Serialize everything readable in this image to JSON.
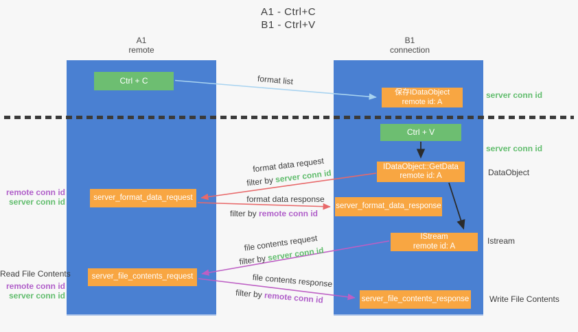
{
  "title": {
    "line1": "A1 - Ctrl+C",
    "line2": "B1 - Ctrl+V"
  },
  "lanes": {
    "left": {
      "name": "A1",
      "role": "remote"
    },
    "right": {
      "name": "B1",
      "role": "connection"
    }
  },
  "nodes": {
    "ctrl_c": {
      "label": "Ctrl + C"
    },
    "ctrl_v": {
      "label": "Ctrl + V"
    },
    "save_idataobject": {
      "line1": "保存IDataObject",
      "line2": "remote id: A"
    },
    "getdata": {
      "line1": "IDataObject::GetData",
      "line2": "remote id: A"
    },
    "istream": {
      "line1": "IStream",
      "line2": "remote id: A"
    },
    "server_format_data_request": {
      "label": "server_format_data_request"
    },
    "server_format_data_response": {
      "label": "server_format_data_response"
    },
    "server_file_contents_request": {
      "label": "server_file_contents_request"
    },
    "server_file_contents_response": {
      "label": "server_file_contents_response"
    }
  },
  "flow_labels": {
    "format_list": "format list",
    "format_data_request": "format data request",
    "format_data_response": "format data response",
    "file_contents_request": "file contents request",
    "file_contents_response": "file contents response",
    "filter_by": "filter by ",
    "server_conn_id": "server conn id",
    "remote_conn_id": "remote conn id"
  },
  "side_labels": {
    "right_server_conn_id_top": "server conn id",
    "right_server_conn_id_mid": "server conn id",
    "dataobject": "DataObject",
    "istream": "Istream",
    "write_file_contents": "Write File Contents",
    "read_file_contents": "Read File Contents",
    "left_remote_conn_id_top": "remote conn id",
    "left_server_conn_id_top": "server conn id",
    "left_remote_conn_id_bottom": "remote conn id",
    "left_server_conn_id_bottom": "server conn id"
  },
  "colors": {
    "background": "#f7f7f7",
    "column_blue": "#4a80d2",
    "box_green": "#6dbe71",
    "box_orange": "#f8a642",
    "arrow_blue": "#a8d3f0",
    "arrow_red": "#e8696a",
    "arrow_magenta": "#bd5fc4",
    "arrow_black": "#2b2b2b",
    "text_green": "#62bd6e",
    "text_purple": "#b05fc9",
    "text_dark": "#3c3c3c",
    "divider": "#3a3a3a"
  }
}
